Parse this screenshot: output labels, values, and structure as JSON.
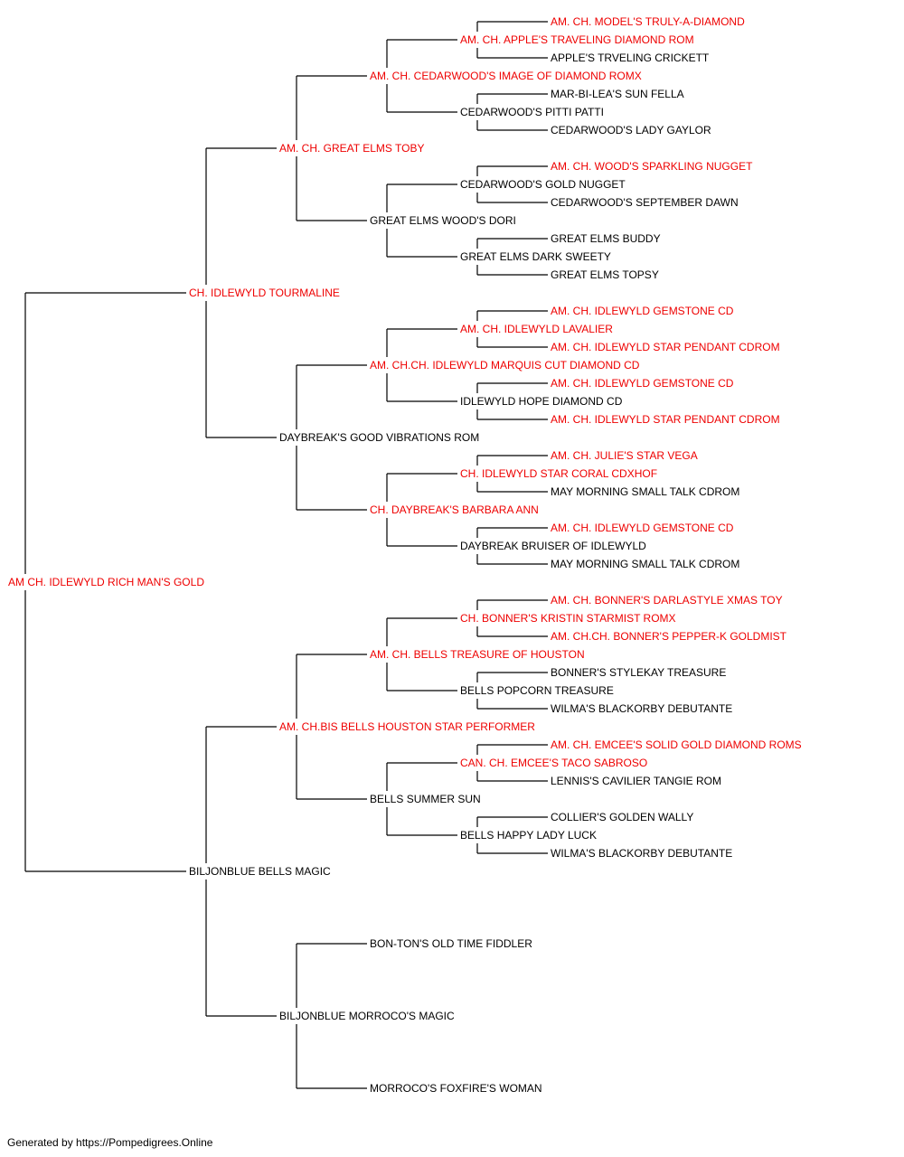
{
  "pedigree": {
    "subject": "AM CH. IDLEWYLD RICH MAN'S GOLD",
    "sire": {
      "name": "CH. IDLEWYLD TOURMALINE",
      "sire": {
        "name": "AM. CH. GREAT ELMS TOBY",
        "sire": {
          "name": "AM. CH. CEDARWOOD'S IMAGE OF DIAMOND ROMX",
          "sire": {
            "name": "AM. CH. APPLE'S TRAVELING DIAMOND ROM",
            "sire": "AM. CH. MODEL'S TRULY-A-DIAMOND",
            "dam": "APPLE'S TRVELING CRICKETT"
          },
          "dam": {
            "name": "CEDARWOOD'S PITTI PATTI",
            "sire": "MAR-BI-LEA'S SUN FELLA",
            "dam": "CEDARWOOD'S LADY GAYLOR"
          }
        },
        "dam": {
          "name": "GREAT ELMS WOOD'S DORI",
          "sire": {
            "name": "CEDARWOOD'S GOLD NUGGET",
            "sire": "AM. CH. WOOD'S SPARKLING NUGGET",
            "dam": "CEDARWOOD'S SEPTEMBER DAWN"
          },
          "dam": {
            "name": "GREAT ELMS DARK SWEETY",
            "sire": "GREAT ELMS BUDDY",
            "dam": "GREAT ELMS TOPSY"
          }
        }
      },
      "dam": {
        "name": "DAYBREAK'S GOOD VIBRATIONS ROM",
        "sire": {
          "name": "AM. CH.CH. IDLEWYLD MARQUIS CUT DIAMOND CD",
          "sire": {
            "name": "AM. CH. IDLEWYLD LAVALIER",
            "sire": "AM. CH. IDLEWYLD GEMSTONE CD",
            "dam": "AM. CH. IDLEWYLD STAR PENDANT CDROM"
          },
          "dam": {
            "name": "IDLEWYLD HOPE DIAMOND CD",
            "sire": "AM. CH. IDLEWYLD GEMSTONE CD",
            "dam": "AM. CH. IDLEWYLD STAR PENDANT CDROM"
          }
        },
        "dam": {
          "name": "CH. DAYBREAK'S BARBARA ANN",
          "sire": {
            "name": "CH. IDLEWYLD STAR CORAL CDXHOF",
            "sire": "AM. CH. JULIE'S STAR VEGA",
            "dam": "MAY MORNING SMALL TALK CDROM"
          },
          "dam": {
            "name": "DAYBREAK BRUISER OF IDLEWYLD",
            "sire": "AM. CH. IDLEWYLD GEMSTONE CD",
            "dam": "MAY MORNING SMALL TALK CDROM"
          }
        }
      }
    },
    "dam": {
      "name": "BILJONBLUE BELLS MAGIC",
      "sire": {
        "name": "AM. CH.BIS BELLS HOUSTON STAR PERFORMER",
        "sire": {
          "name": "AM. CH. BELLS TREASURE OF HOUSTON",
          "sire": {
            "name": "CH. BONNER'S KRISTIN STARMIST ROMX",
            "sire": "AM. CH. BONNER'S DARLASTYLE XMAS TOY",
            "dam": "AM. CH.CH. BONNER'S PEPPER-K GOLDMIST"
          },
          "dam": {
            "name": "BELLS POPCORN TREASURE",
            "sire": "BONNER'S STYLEKAY TREASURE",
            "dam": "WILMA'S BLACKORBY DEBUTANTE"
          }
        },
        "dam": {
          "name": "BELLS SUMMER SUN",
          "sire": {
            "name": "CAN. CH. EMCEE'S TACO SABROSO",
            "sire": "AM. CH. EMCEE'S SOLID GOLD DIAMOND ROMS",
            "dam": "LENNIS'S CAVILIER TANGIE ROM"
          },
          "dam": {
            "name": "BELLS HAPPY LADY LUCK",
            "sire": "COLLIER'S GOLDEN WALLY",
            "dam": "WILMA'S BLACKORBY DEBUTANTE"
          }
        }
      },
      "dam": {
        "name": "BILJONBLUE MORROCO'S MAGIC",
        "sire": "BON-TON'S OLD TIME FIDDLER",
        "dam": "MORROCO'S FOXFIRE'S WOMAN"
      }
    }
  },
  "footer": "Generated by https://Pompedigrees.Online",
  "colors": {
    "champion": "#ee0000",
    "plain": "#000000",
    "line": "#000000"
  }
}
